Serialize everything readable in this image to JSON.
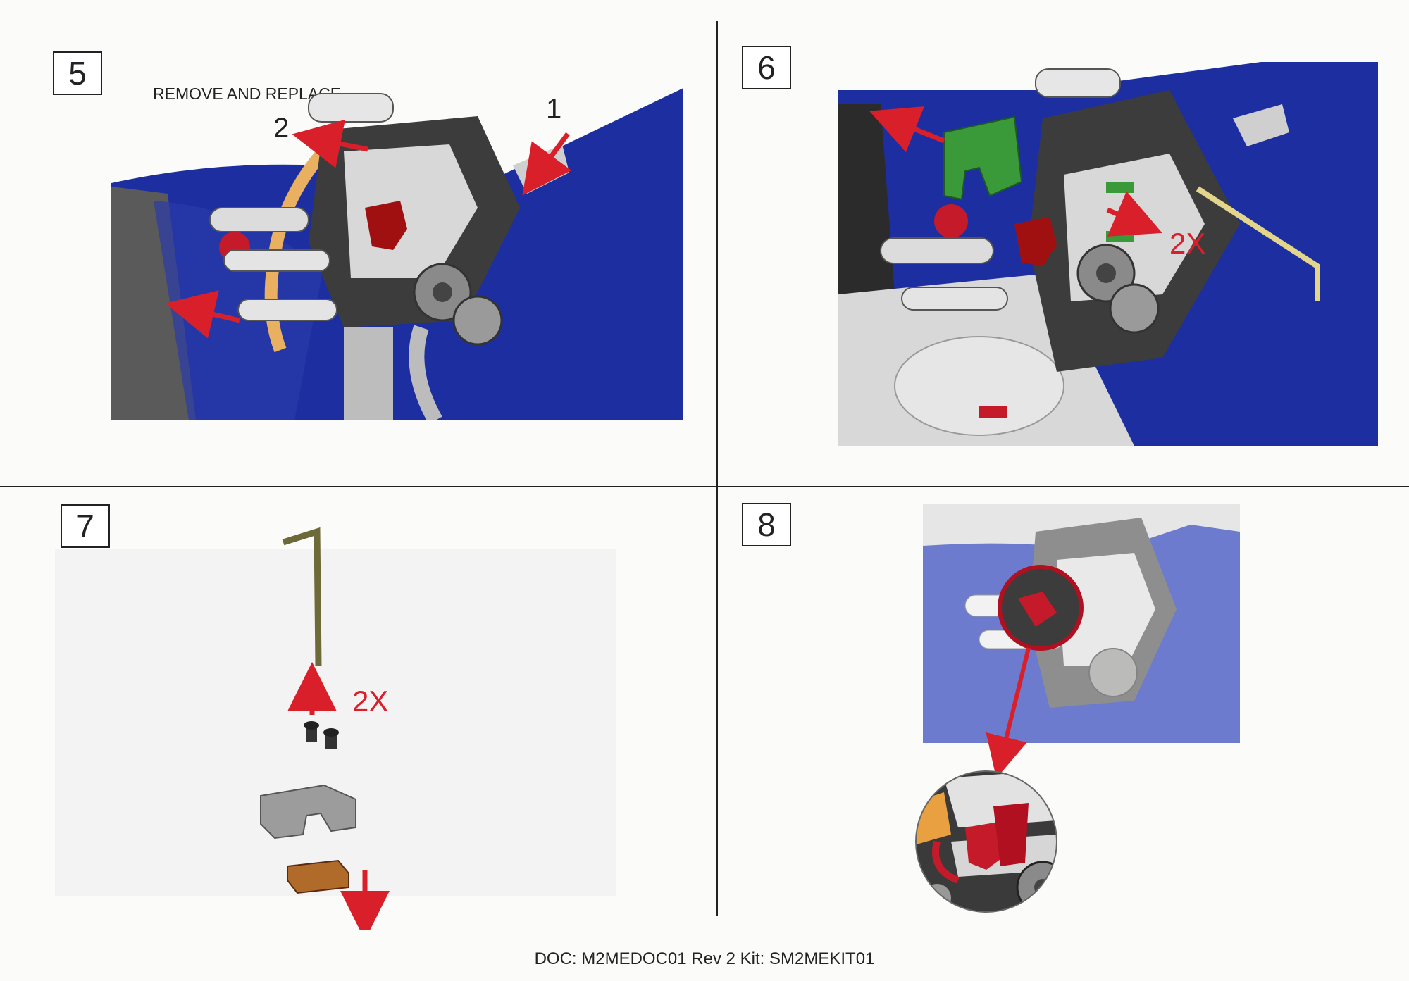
{
  "steps": [
    {
      "number": "5",
      "caption": "REMOVE AND REPLACE",
      "callout_1": "1",
      "callout_2": "2"
    },
    {
      "number": "6",
      "multiplier": "2X"
    },
    {
      "number": "7",
      "multiplier": "2X"
    },
    {
      "number": "8"
    }
  ],
  "footer": {
    "text": "DOC: M2MEDOC01 Rev 2  Kit: SM2MEKIT01"
  },
  "colors": {
    "machine_blue": "#1d2fa0",
    "arrow_red": "#d9202a",
    "block_green": "#3a9a3a",
    "part_gray": "#8a8a8a"
  }
}
